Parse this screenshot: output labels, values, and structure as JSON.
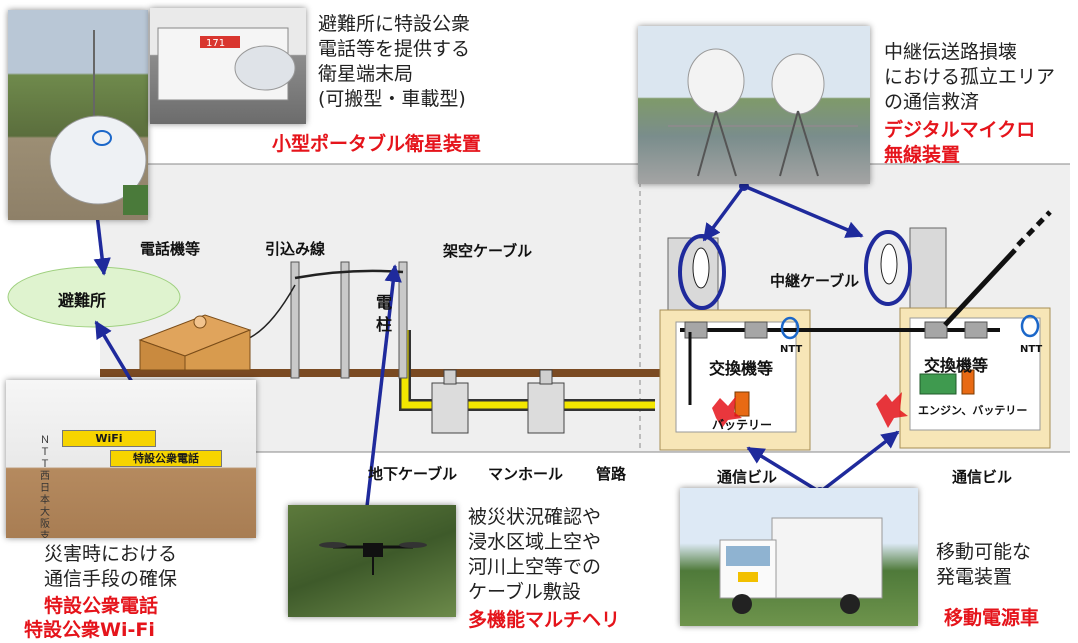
{
  "satellite": {
    "desc_lines": [
      "避難所に特設公衆",
      "電話等を提供する",
      "衛星端末局",
      "(可搬型・車載型)"
    ],
    "name": "小型ポータブル衛星装置",
    "truck_number": "171"
  },
  "microwave": {
    "desc_lines": [
      "中継伝送路損壊",
      "における孤立エリア",
      "の通信救済"
    ],
    "name_lines": [
      "デジタルマイクロ",
      "無線装置"
    ]
  },
  "shelter": {
    "label": "避難所"
  },
  "phone_label": "電話機等",
  "drop_line_label": "引込み線",
  "aerial_cable_label": "架空ケーブル",
  "pole_label": "電柱",
  "relay_cable_label": "中継ケーブル",
  "underground_cable_label": "地下ケーブル",
  "manhole_label": "マンホール",
  "conduit_label": "管路",
  "building1": {
    "label": "通信ビル",
    "exchange": "交換機等",
    "battery": "バッテリー",
    "logo": "NTT"
  },
  "building2": {
    "label": "通信ビル",
    "exchange": "交換機等",
    "engine": "エンジン、バッテリー",
    "logo": "NTT"
  },
  "public_phone": {
    "desc_lines": [
      "災害時における",
      "通信手段の確保"
    ],
    "name_lines": [
      "特設公衆電話",
      "特設公衆Wi-Fi"
    ],
    "wifi_sign": "WiFi",
    "phone_sign": "特設公衆電話",
    "vertical_sign": "ＮＴＴ西日本 大阪支店"
  },
  "drone": {
    "desc_lines": [
      "被災状況確認や",
      "浸水区域上空や",
      "河川上空等での",
      "ケーブル敷設"
    ],
    "name": "多機能マルチヘリ"
  },
  "power_car": {
    "desc_lines": [
      "移動可能な",
      "発電装置"
    ],
    "name": "移動電源車"
  },
  "colors": {
    "accent_red": "#e5141b",
    "arrow_blue": "#1f2a9c",
    "ground_brown": "#7a4a22",
    "cable_yellow": "#f3e600"
  }
}
